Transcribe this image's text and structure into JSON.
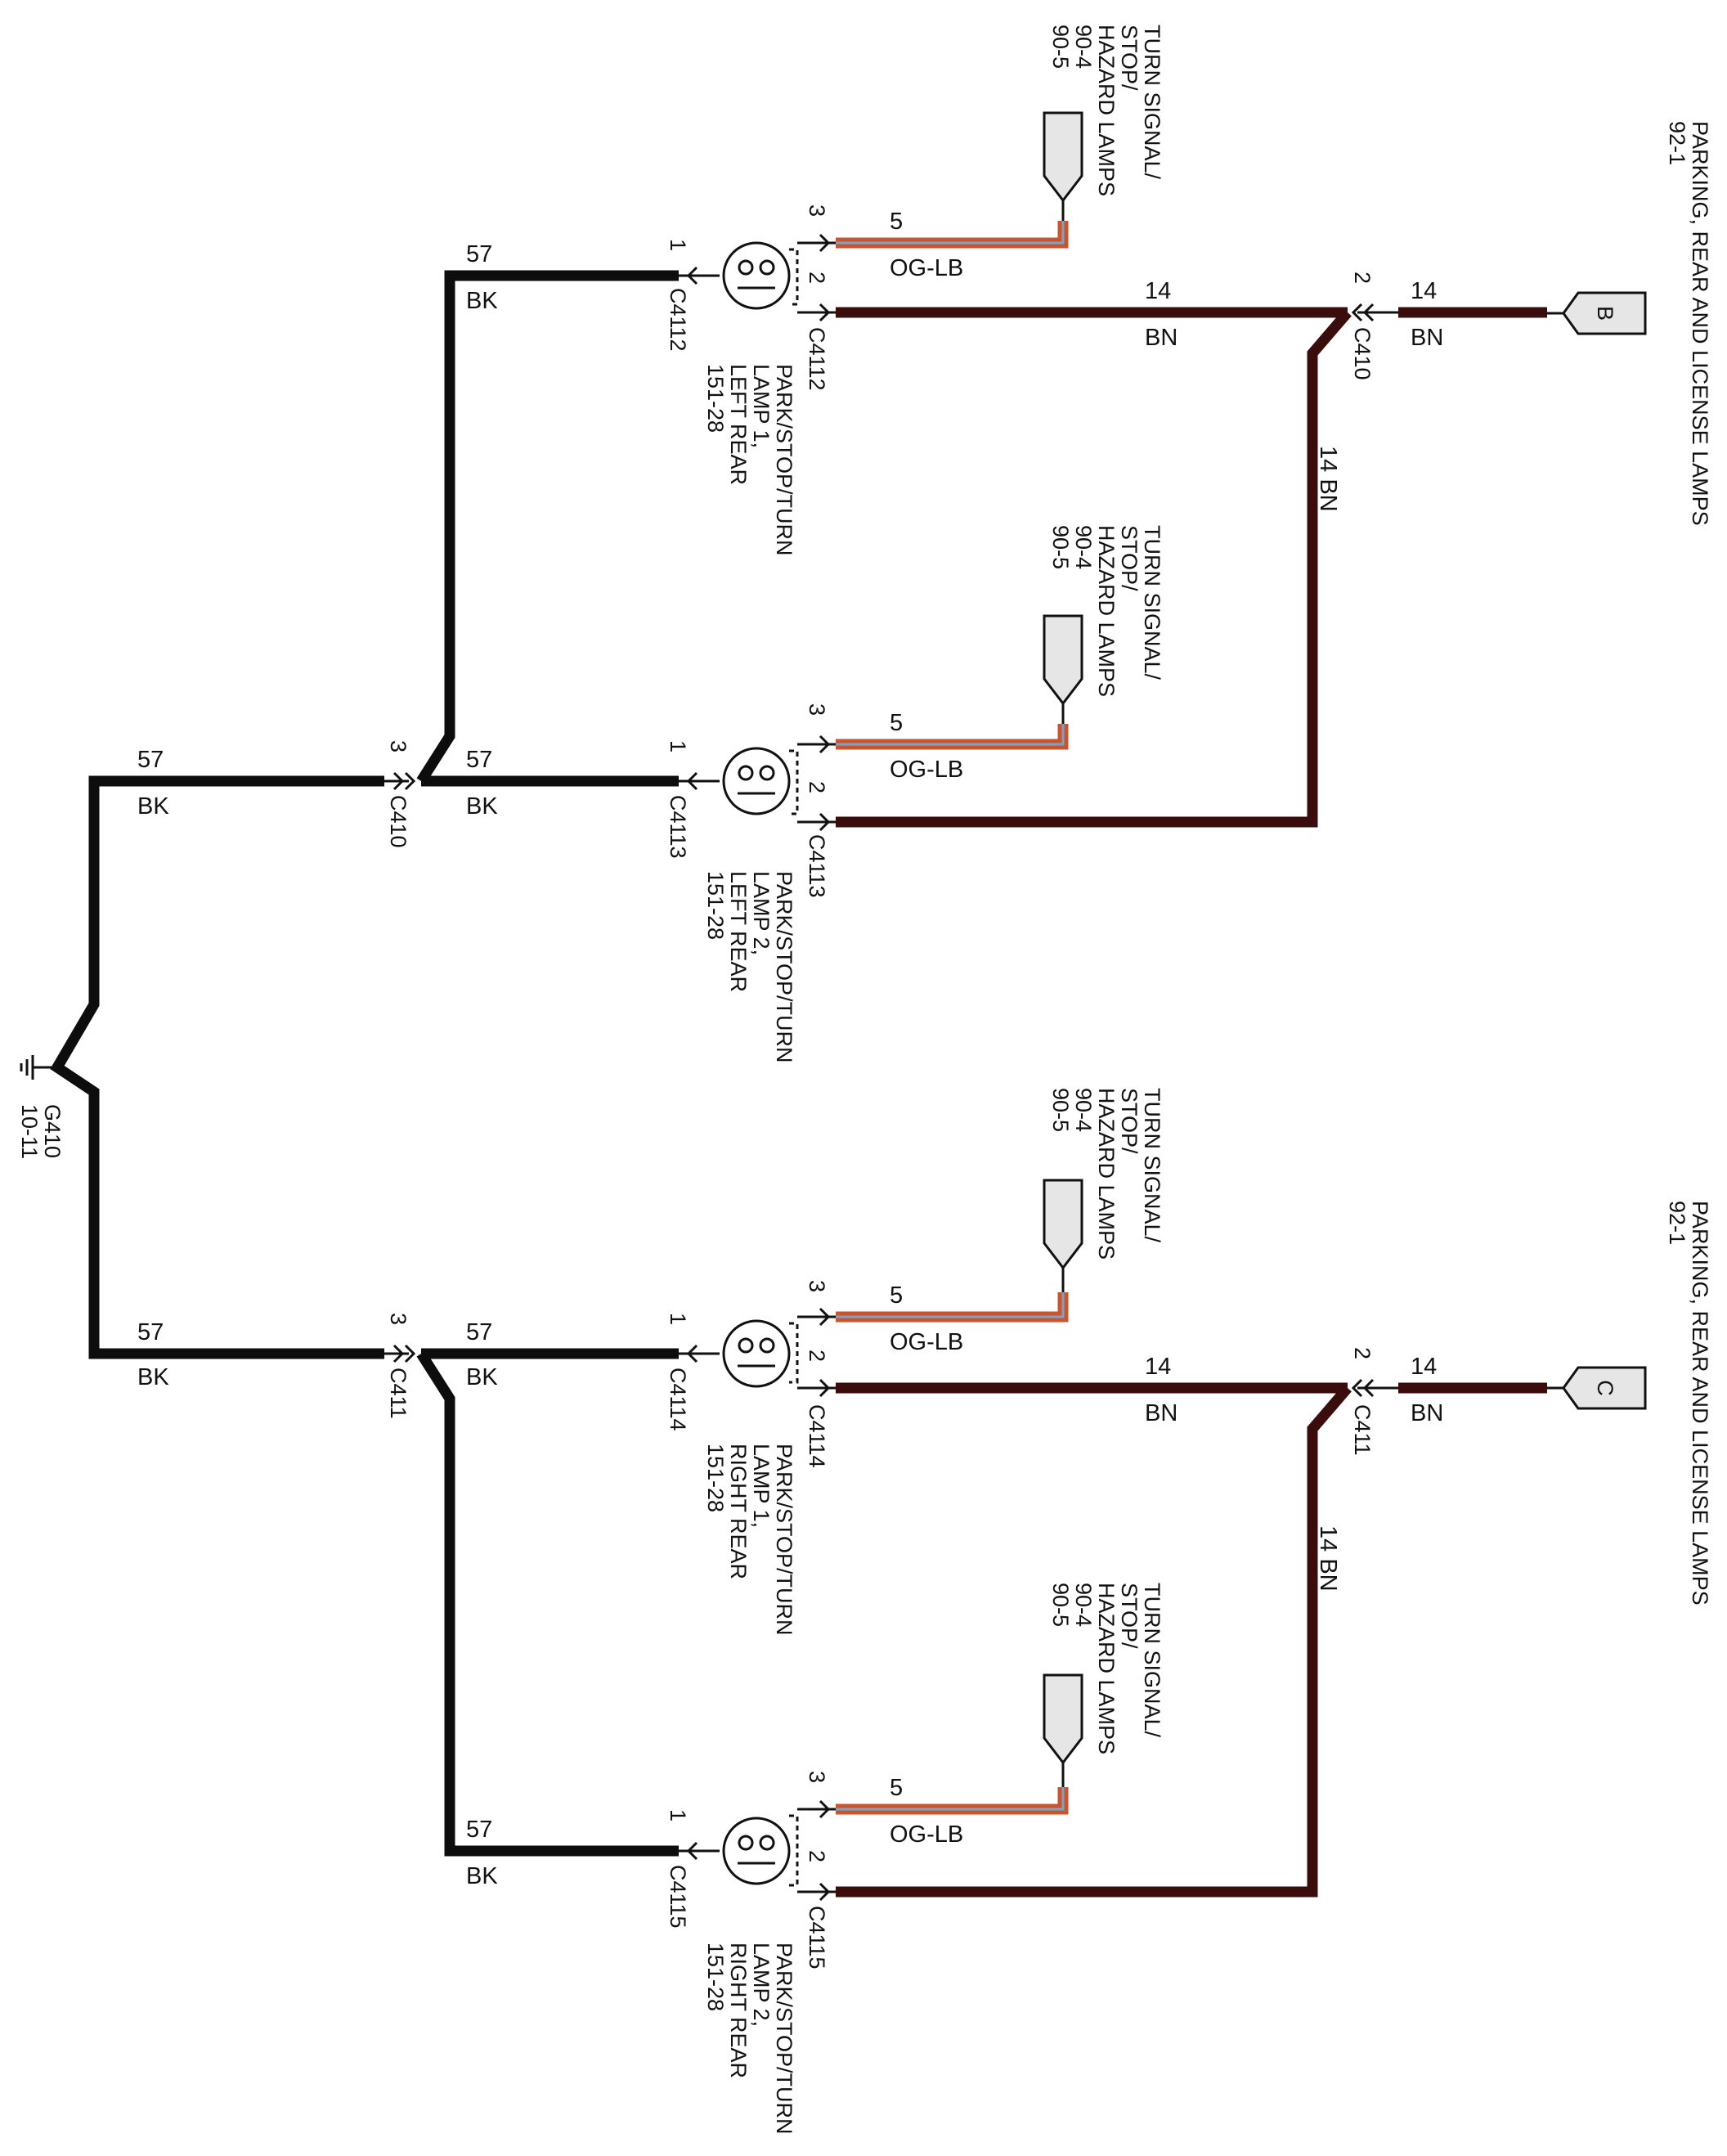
{
  "colors": {
    "bk": "#0d0d0d",
    "bn": "#3a0c0c",
    "og": "#c8552e",
    "lb": "#7fa2c9",
    "connector_fill": "#e6e6e6"
  },
  "ground": {
    "id": "G410",
    "page": "10-11"
  },
  "off_page_right": {
    "title": "PARKING, REAR AND LICENSE LAMPS",
    "page": "92-1",
    "connectors": [
      "B",
      "C"
    ]
  },
  "turn_signal": {
    "lines": [
      "TURN SIGNAL/",
      "STOP/",
      "HAZARD LAMPS",
      "90-4",
      "90-5"
    ]
  },
  "wires": {
    "bk_circuit": "57",
    "bk_color": "BK",
    "og_circuit": "5",
    "og_color": "OG-LB",
    "bn_circuit": "14",
    "bn_color": "BN",
    "bn_vertical": "14  BN"
  },
  "splices": {
    "top_left": "C410",
    "top_left_pin": "3",
    "bottom_left": "C411",
    "bottom_left_pin": "3",
    "top_right": "C410",
    "top_right_pin": "2",
    "bottom_right": "C411",
    "bottom_right_pin": "2"
  },
  "lamps": [
    {
      "connector": "C4112",
      "lines": [
        "PARK/STOP/TURN",
        "LAMP 1,",
        "LEFT REAR",
        "151-28"
      ]
    },
    {
      "connector": "C4113",
      "lines": [
        "PARK/STOP/TURN",
        "LAMP 2,",
        "LEFT REAR",
        "151-28"
      ]
    },
    {
      "connector": "C4114",
      "lines": [
        "PARK/STOP/TURN",
        "LAMP 1,",
        "RIGHT REAR",
        "151-28"
      ]
    },
    {
      "connector": "C4115",
      "lines": [
        "PARK/STOP/TURN",
        "LAMP 2,",
        "RIGHT REAR",
        "151-28"
      ]
    }
  ],
  "pins": {
    "ground": "1",
    "signal": "3",
    "park": "2"
  }
}
